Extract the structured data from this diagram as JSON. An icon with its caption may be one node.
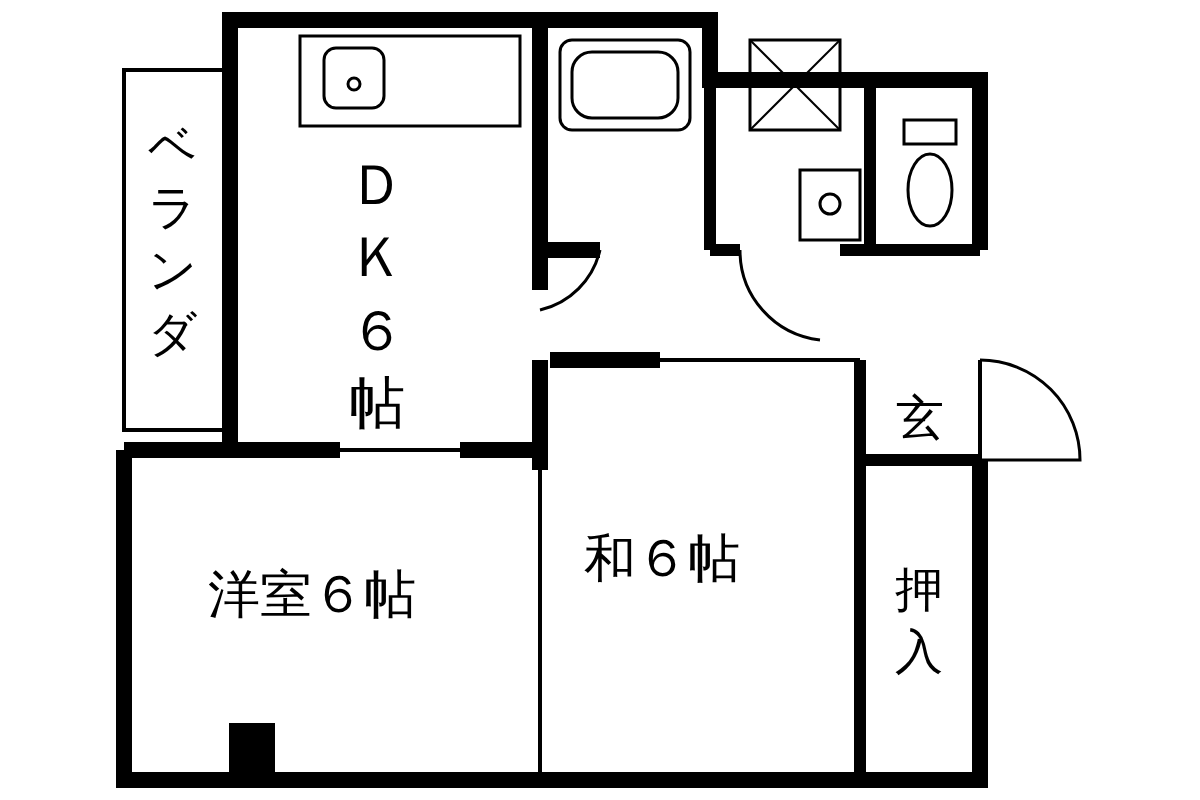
{
  "diagram": {
    "nodes": [
      {
        "text": [
          "ベランダ"
        ]
      },
      {
        "text": [
          "ＤＫ６帖"
        ]
      },
      {
        "text": [
          "玄"
        ]
      },
      {
        "text": [
          "洋室６帖"
        ]
      },
      {
        "text": [
          "和６帖"
        ]
      },
      {
        "text": [
          "押入"
        ]
      }
    ]
  }
}
